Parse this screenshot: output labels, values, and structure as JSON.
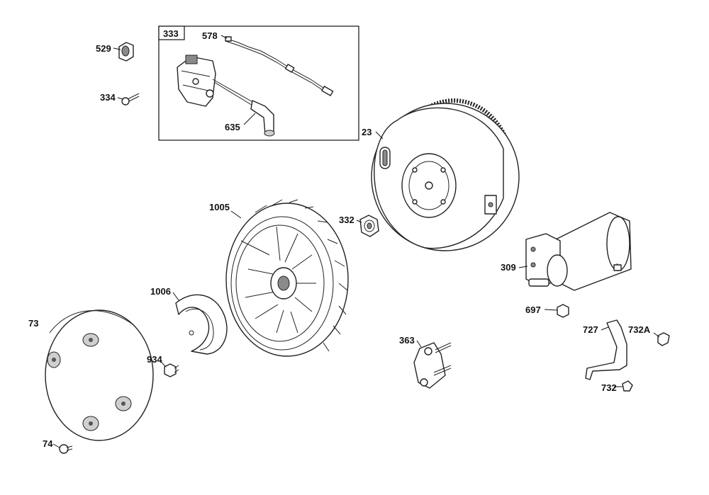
{
  "callouts": {
    "c529": "529",
    "c333": "333",
    "c578": "578",
    "c334": "334",
    "c635": "635",
    "c23": "23",
    "c1005": "1005",
    "c332": "332",
    "c309": "309",
    "c1006": "1006",
    "c697": "697",
    "c73": "73",
    "c727": "727",
    "c732a": "732A",
    "c363": "363",
    "c934": "934",
    "c732": "732",
    "c74": "74"
  }
}
